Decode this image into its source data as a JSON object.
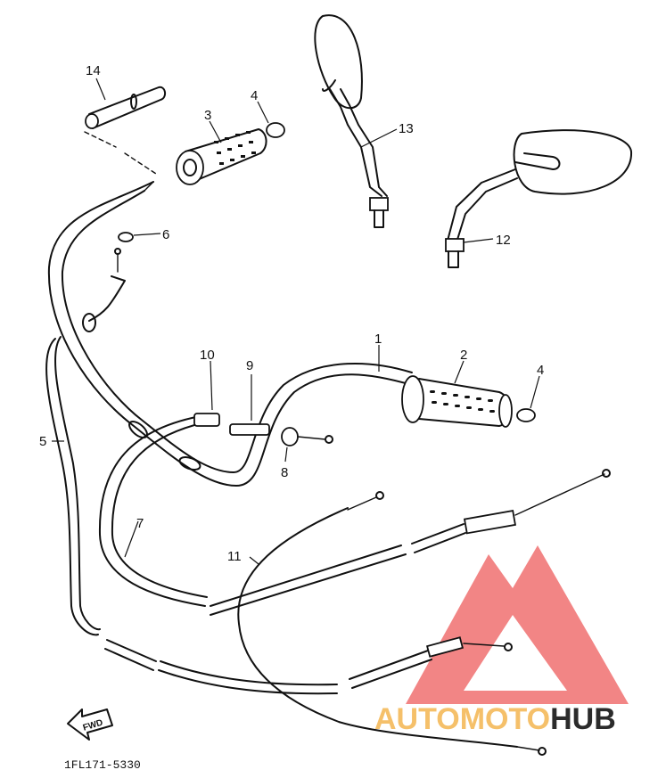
{
  "diagram": {
    "callouts": [
      "1",
      "2",
      "3",
      "4",
      "4",
      "5",
      "6",
      "7",
      "8",
      "9",
      "10",
      "11",
      "12",
      "13",
      "14"
    ],
    "part_code": "1FL171-5330",
    "fwd_label": "FWD"
  },
  "watermark": {
    "part1": "AUTO",
    "part2": "MOTO",
    "part3": "HUB",
    "color_red": "#f07070",
    "color_gold": "#f5c06a",
    "color_dark": "#2b2b2b"
  }
}
